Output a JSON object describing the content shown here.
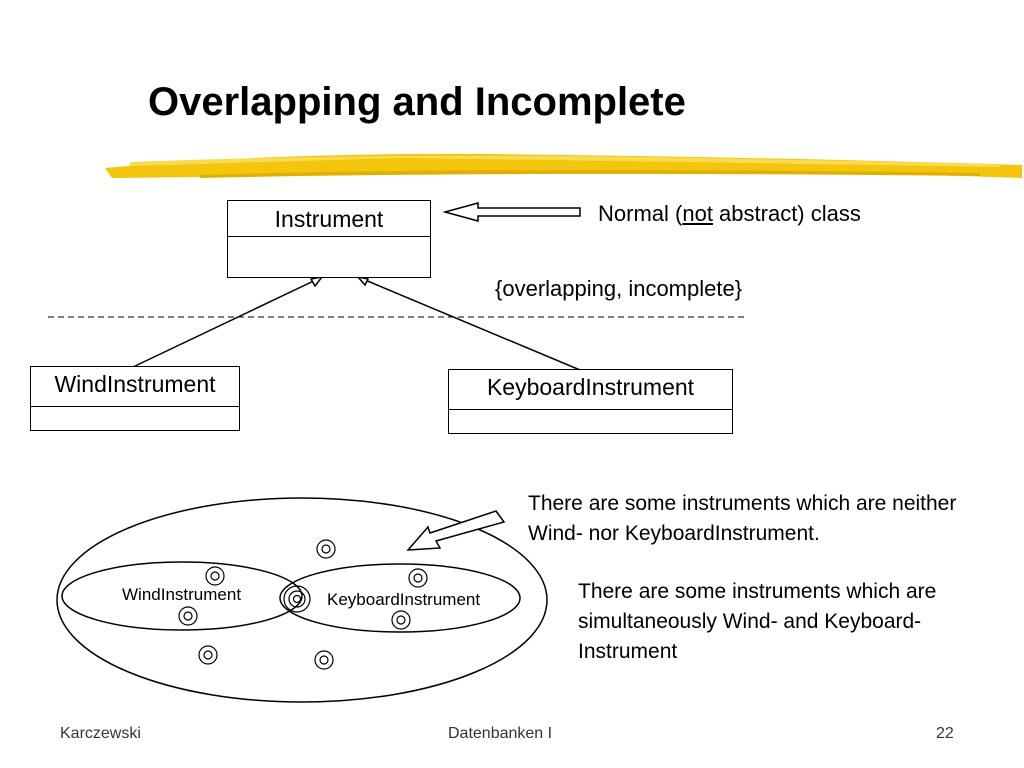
{
  "slide": {
    "title": "Overlapping and Incomplete"
  },
  "uml": {
    "superclass": "Instrument",
    "subclass_left": "WindInstrument",
    "subclass_right": "KeyboardInstrument",
    "note_before": "Normal (",
    "note_emph": "not",
    "note_after": " abstract) class",
    "constraint": "{overlapping, incomplete}"
  },
  "venn": {
    "left_label": "WindInstrument",
    "right_label": "KeyboardInstrument",
    "note_neither": "There are some instruments which are neither Wind- nor KeyboardInstrument.",
    "note_both": "There are some instruments which are simultaneously Wind- and Keyboard-Instrument"
  },
  "footer": {
    "author": "Karczewski",
    "course": "Datenbanken I",
    "page": "22"
  },
  "colors": {
    "highlight": "#f2c200",
    "highlight_light": "#f8dc50"
  }
}
